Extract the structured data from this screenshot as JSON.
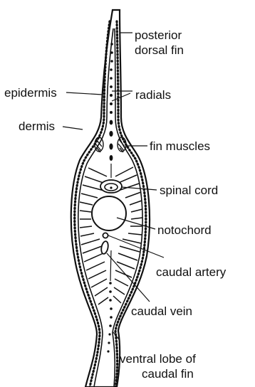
{
  "labels": {
    "posterior_dorsal_fin": [
      "posterior",
      "dorsal fin"
    ],
    "epidermis": "epidermis",
    "radials": "radials",
    "dermis": "dermis",
    "fin_muscles": "fin muscles",
    "spinal_cord": "spinal cord",
    "notochord": "notochord",
    "caudal_artery": "caudal  artery",
    "caudal_vein": "caudal  vein",
    "ventral_lobe": [
      "ventral  lobe  of",
      "caudal  fin"
    ]
  },
  "colors": {
    "ink": "#111111",
    "paper": "#ffffff"
  }
}
